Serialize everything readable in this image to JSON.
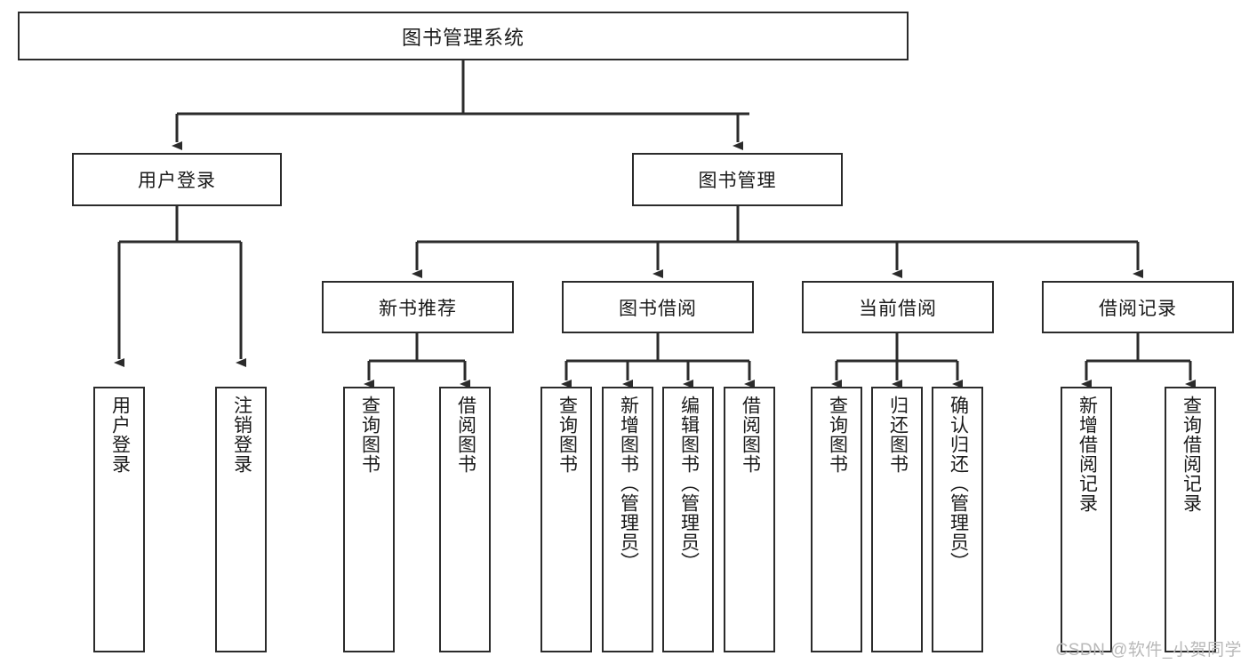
{
  "diagram": {
    "title": "图书管理系统",
    "watermark": "CSDN @软件_小贺同学",
    "colors": {
      "stroke": "#2b2b2b",
      "text": "#1a1a1a",
      "background": "#ffffff",
      "watermark": "#b9b9b9"
    },
    "nodes": {
      "root": {
        "label": "图书管理系统"
      },
      "level2": [
        {
          "id": "user-login",
          "label": "用户登录"
        },
        {
          "id": "book-management",
          "label": "图书管理"
        }
      ],
      "level3": [
        {
          "id": "new-book-recommend",
          "label": "新书推荐"
        },
        {
          "id": "book-borrow",
          "label": "图书借阅"
        },
        {
          "id": "current-borrow",
          "label": "当前借阅"
        },
        {
          "id": "borrow-record",
          "label": "借阅记录"
        }
      ],
      "leaves": {
        "user_login": [
          {
            "id": "leaf-user-login",
            "label": "用户登录"
          },
          {
            "id": "leaf-logout",
            "label": "注销登录"
          }
        ],
        "new_book_recommend": [
          {
            "id": "leaf-query-book-1",
            "label": "查询图书"
          },
          {
            "id": "leaf-borrow-book-1",
            "label": "借阅图书"
          }
        ],
        "book_borrow": [
          {
            "id": "leaf-query-book-2",
            "label": "查询图书"
          },
          {
            "id": "leaf-add-book",
            "label": "新增图书（管理员）"
          },
          {
            "id": "leaf-edit-book",
            "label": "编辑图书（管理员）"
          },
          {
            "id": "leaf-borrow-book-2",
            "label": "借阅图书"
          }
        ],
        "current_borrow": [
          {
            "id": "leaf-query-book-3",
            "label": "查询图书"
          },
          {
            "id": "leaf-return-book",
            "label": "归还图书"
          },
          {
            "id": "leaf-confirm-return",
            "label": "确认归还（管理员）"
          }
        ],
        "borrow_record": [
          {
            "id": "leaf-add-record",
            "label": "新增借阅记录"
          },
          {
            "id": "leaf-query-record",
            "label": "查询借阅记录"
          }
        ]
      }
    }
  }
}
